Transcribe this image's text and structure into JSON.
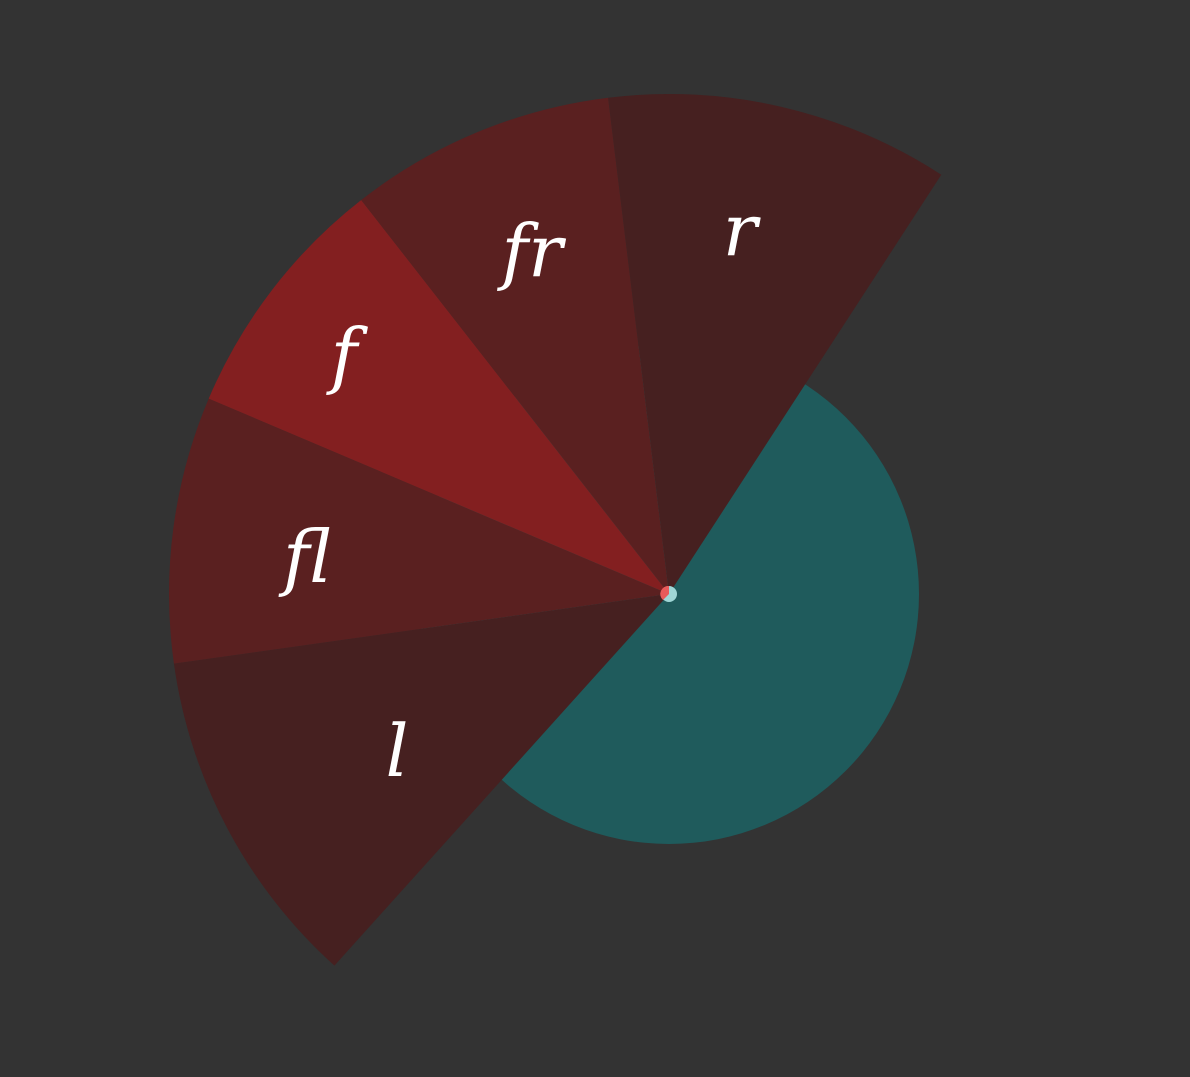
{
  "diagram": {
    "colors": {
      "background": "#333333",
      "circle": "#1f5b5c",
      "center_dot": "#9fd6d6",
      "center_dot_accent": "#e85a5a",
      "label": "#ffffff"
    },
    "sectors": [
      {
        "id": "l",
        "label": "l",
        "color": "#462020"
      },
      {
        "id": "fl",
        "label": "fl",
        "color": "#5a2020"
      },
      {
        "id": "f",
        "label": "f",
        "color": "#831f20"
      },
      {
        "id": "fr",
        "label": "fr",
        "color": "#5a2020"
      },
      {
        "id": "r",
        "label": "r",
        "color": "#462020"
      }
    ]
  }
}
